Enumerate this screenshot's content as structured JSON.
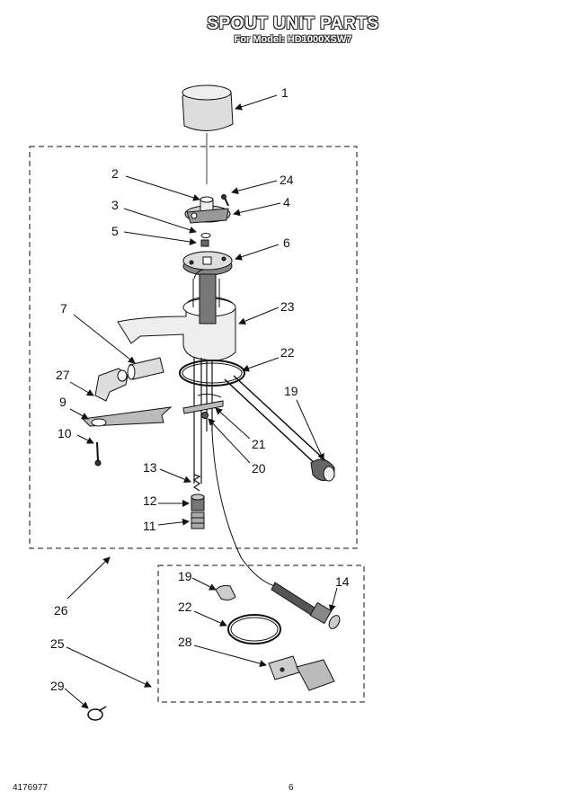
{
  "header": {
    "title": "SPOUT UNIT PARTS",
    "subtitle": "For Model: HD1000XSW7"
  },
  "footer": {
    "doc_number": "4176977",
    "page_number": "6"
  },
  "callouts": {
    "p1": "1",
    "p2": "2",
    "p24": "24",
    "p3": "3",
    "p4": "4",
    "p5": "5",
    "p6": "6",
    "p7": "7",
    "p23": "23",
    "p22": "22",
    "p27": "27",
    "p19": "19",
    "p9": "9",
    "p21": "21",
    "p10": "10",
    "p20": "20",
    "p13": "13",
    "p12": "12",
    "p11": "11",
    "p26": "26",
    "p19b": "19",
    "p14": "14",
    "p22b": "22",
    "p25": "25",
    "p28": "28",
    "p29": "29"
  }
}
